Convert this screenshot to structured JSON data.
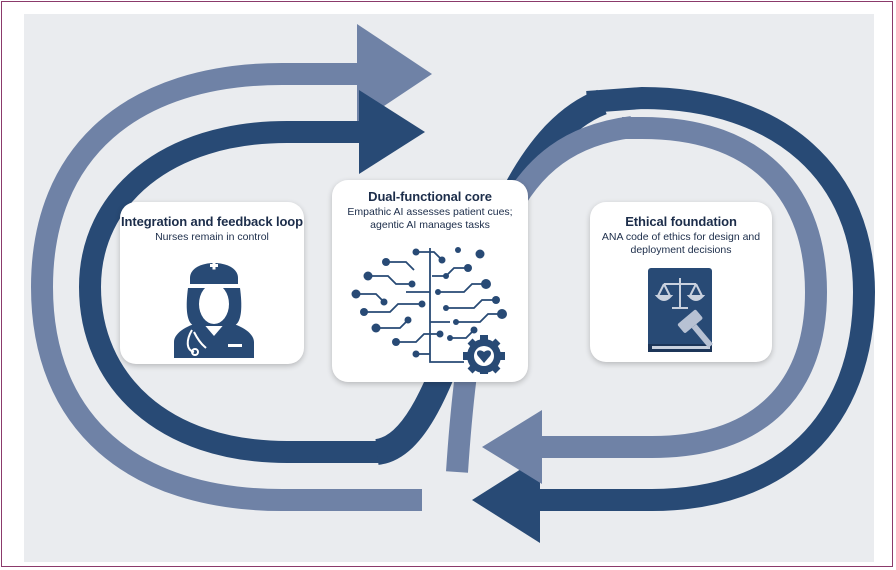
{
  "cards": {
    "left": {
      "title": "Integration and feedback loop",
      "subtitle": "Nurses remain in control"
    },
    "center": {
      "title": "Dual-functional core",
      "subtitle_line1": "Empathic AI assesses patient cues;",
      "subtitle_line2": "agentic AI manages tasks"
    },
    "right": {
      "title": "Ethical foundation",
      "subtitle_line1": "ANA code of ethics for design and",
      "subtitle_line2": "deployment decisions"
    }
  },
  "colors": {
    "dark_navy": "#284a75",
    "light_slate": "#6f82a6",
    "background": "#eaecef",
    "border": "#8b3a6b"
  },
  "icons": [
    "nurse-icon",
    "ai-brain-circuit-icon",
    "heart-gear-icon",
    "ethics-book-icon",
    "scales-icon",
    "gavel-icon"
  ]
}
